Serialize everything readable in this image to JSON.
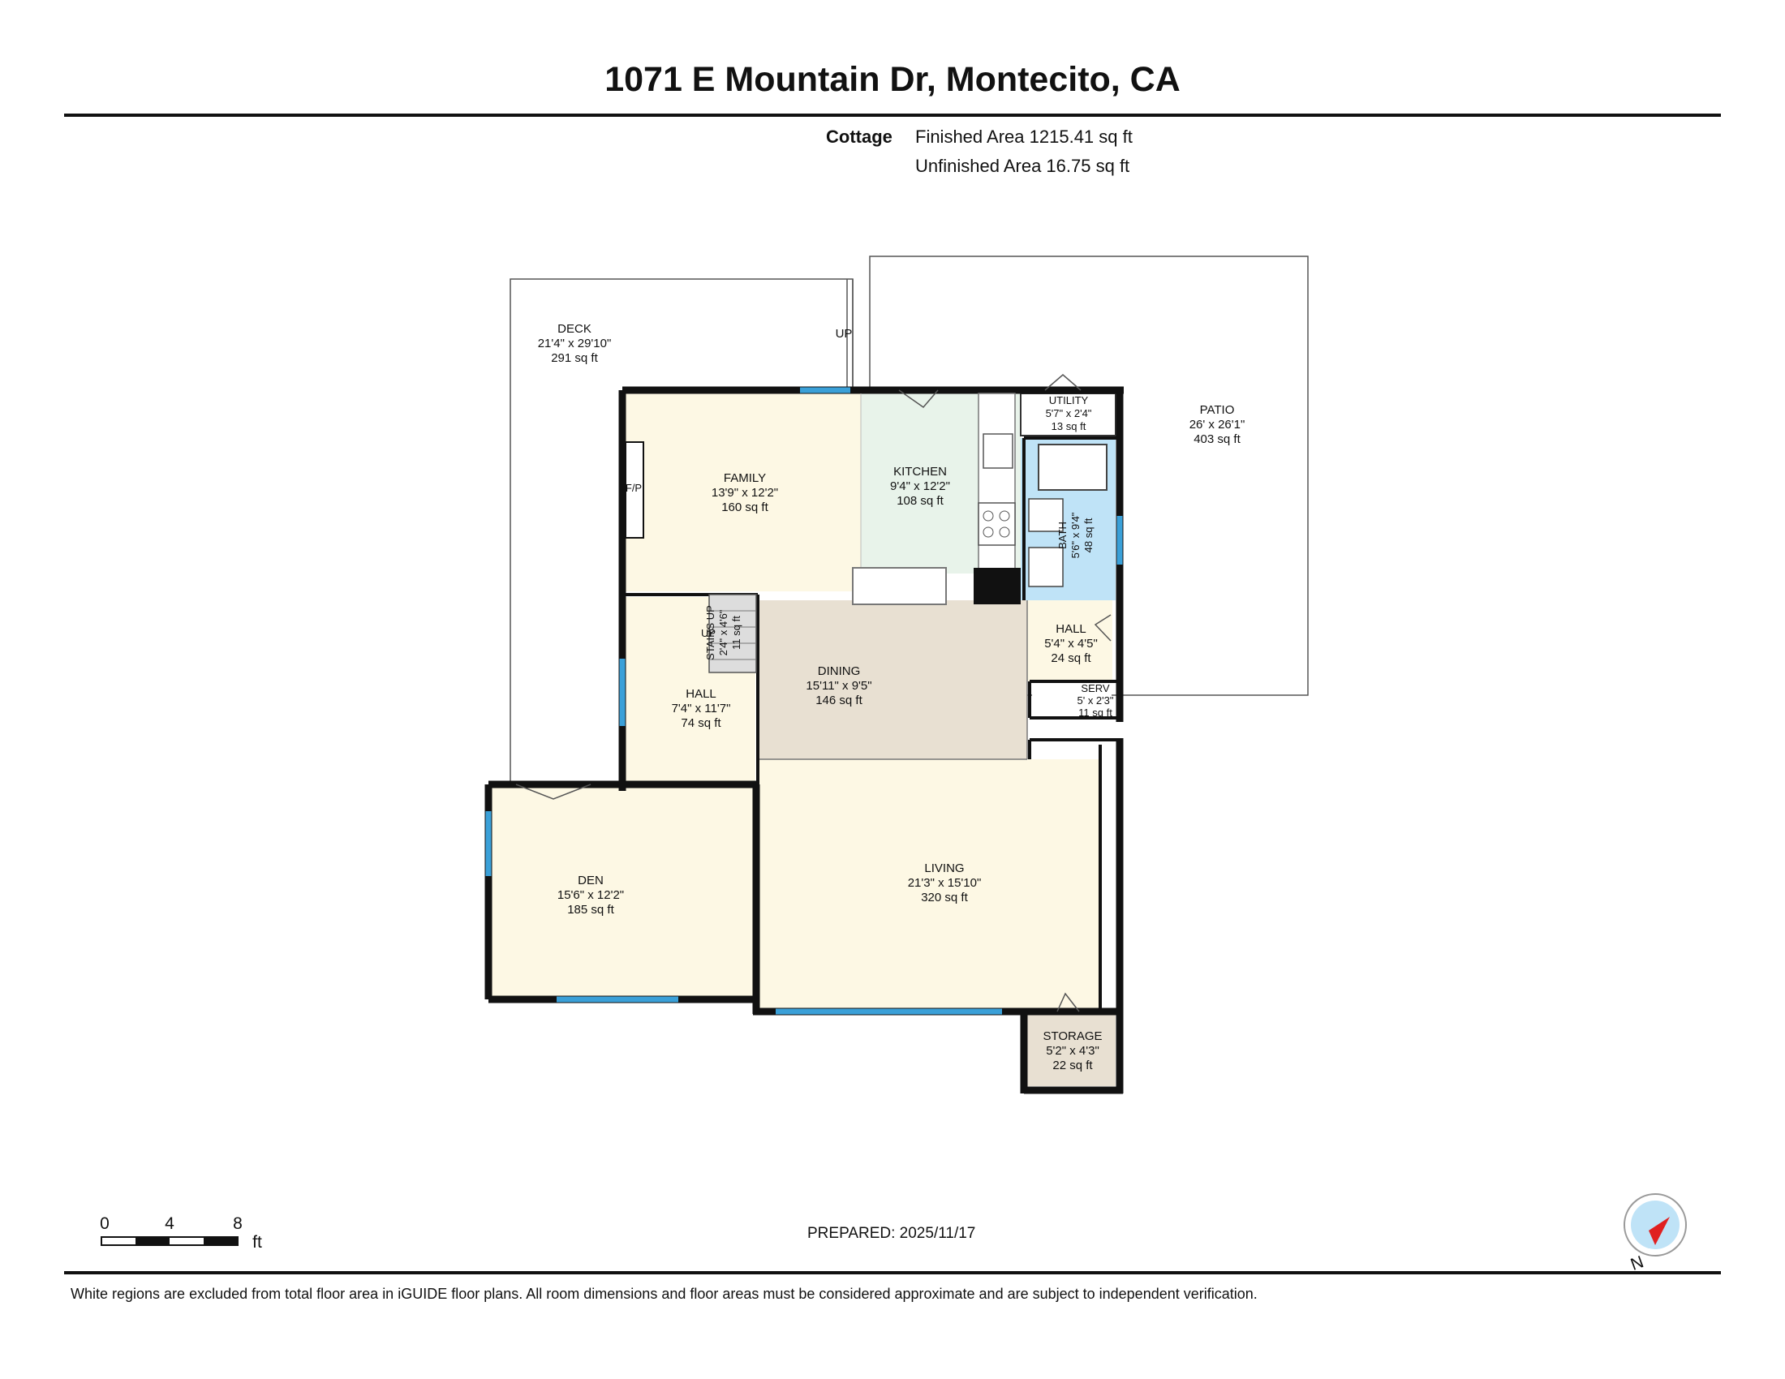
{
  "header": {
    "title": "1071 E Mountain Dr, Montecito, CA"
  },
  "summary": {
    "label": "Cottage",
    "finished": "Finished Area 1215.41 sq ft",
    "unfinished": "Unfinished Area 16.75 sq ft"
  },
  "rooms": {
    "deck": {
      "name": "DECK",
      "dims": "21'4\" x 29'10\"",
      "area": "291 sq ft"
    },
    "patio": {
      "name": "PATIO",
      "dims": "26' x 26'1\"",
      "area": "403 sq ft"
    },
    "family": {
      "name": "FAMILY",
      "dims": "13'9\" x 12'2\"",
      "area": "160 sq ft"
    },
    "kitchen": {
      "name": "KITCHEN",
      "dims": "9'4\" x 12'2\"",
      "area": "108 sq ft"
    },
    "utility": {
      "name": "UTILITY",
      "dims": "5'7\" x 2'4\"",
      "area": "13 sq ft"
    },
    "bath": {
      "name": "BATH",
      "dims": "5'6\" x 9'4\"",
      "area": "48 sq ft"
    },
    "stairs": {
      "name": "STAIRS UP",
      "dims": "2'4\" x 4'6\"",
      "area": "11 sq ft"
    },
    "hall_left": {
      "name": "HALL",
      "dims": "7'4\" x 11'7\"",
      "area": "74 sq ft"
    },
    "dining": {
      "name": "DINING",
      "dims": "15'11\" x 9'5\"",
      "area": "146 sq ft"
    },
    "hall_right": {
      "name": "HALL",
      "dims": "5'4\" x 4'5\"",
      "area": "24 sq ft"
    },
    "serv": {
      "name": "SERV",
      "dims": "5' x 2'3\"",
      "area": "11 sq ft"
    },
    "den": {
      "name": "DEN",
      "dims": "15'6\" x 12'2\"",
      "area": "185 sq ft"
    },
    "living": {
      "name": "LIVING",
      "dims": "21'3\" x 15'10\"",
      "area": "320 sq ft"
    },
    "storage": {
      "name": "STORAGE",
      "dims": "5'2\" x 4'3\"",
      "area": "22 sq ft"
    }
  },
  "annotations": {
    "up_deck": "UP",
    "up_stairs": "UP",
    "fp": "F/P"
  },
  "scale": {
    "t0": "0",
    "t4": "4",
    "t8": "8",
    "unit": "ft"
  },
  "compass": {
    "label": "N"
  },
  "prepared": "PREPARED: 2025/11/17",
  "footer": "White regions are excluded from total floor area in iGUIDE floor plans. All room dimensions and floor areas must be considered approximate and are subject to independent verification.",
  "colors": {
    "family": "#fdf8e4",
    "kitchen": "#e8f3ea",
    "dining": "#e8e0d2",
    "bath": "#bfe3f7",
    "storage": "#e8e0d2",
    "window": "#3aa0d8",
    "wall": "#111111"
  }
}
